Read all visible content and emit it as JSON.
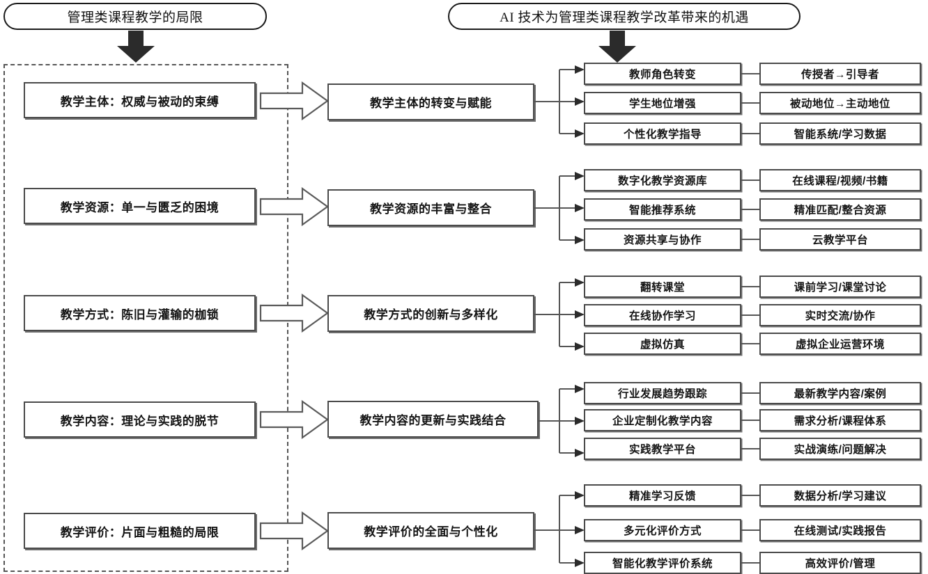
{
  "headers": {
    "left_pill": "管理类课程教学的局限",
    "right_pill": "AI 技术为管理类课程教学改革带来的机遇"
  },
  "colors": {
    "box_border": "#4a4a4a",
    "box_shadow": "#6d6d6d",
    "dashed_border": "#555555",
    "pill_border": "#1a1a1a",
    "arrow_dark": "#2b2b2b",
    "connector": "#555555",
    "background": "#ffffff"
  },
  "rows": [
    {
      "problem": "教学主体：权威与被动的束缚",
      "opportunity": "教学主体的转变与赋能",
      "measures": [
        {
          "name": "教师角色转变",
          "detail": "传授者→引导者"
        },
        {
          "name": "学生地位增强",
          "detail": "被动地位→主动地位"
        },
        {
          "name": "个性化教学指导",
          "detail": "智能系统/学习数据"
        }
      ]
    },
    {
      "problem": "教学资源：单一与匮乏的困境",
      "opportunity": "教学资源的丰富与整合",
      "measures": [
        {
          "name": "数字化教学资源库",
          "detail": "在线课程/视频/书籍"
        },
        {
          "name": "智能推荐系统",
          "detail": "精准匹配/整合资源"
        },
        {
          "name": "资源共享与协作",
          "detail": "云教学平台"
        }
      ]
    },
    {
      "problem": "教学方式：陈旧与灌输的枷锁",
      "opportunity": "教学方式的创新与多样化",
      "measures": [
        {
          "name": "翻转课堂",
          "detail": "课前学习/课堂讨论"
        },
        {
          "name": "在线协作学习",
          "detail": "实时交流/协作"
        },
        {
          "name": "虚拟仿真",
          "detail": "虚拟企业运营环境"
        }
      ]
    },
    {
      "problem": "教学内容：理论与实践的脱节",
      "opportunity": "教学内容的更新与实践结合",
      "measures": [
        {
          "name": "行业发展趋势跟踪",
          "detail": "最新教学内容/案例"
        },
        {
          "name": "企业定制化教学内容",
          "detail": "需求分析/课程体系"
        },
        {
          "name": "实践教学平台",
          "detail": "实战演练/问题解决"
        }
      ]
    },
    {
      "problem": "教学评价：片面与粗糙的局限",
      "opportunity": "教学评价的全面与个性化",
      "measures": [
        {
          "name": "精准学习反馈",
          "detail": "数据分析/学习建议"
        },
        {
          "name": "多元化评价方式",
          "detail": "在线测试/实践报告"
        },
        {
          "name": "智能化教学评价系统",
          "detail": "高效评价/管理"
        }
      ]
    }
  ]
}
